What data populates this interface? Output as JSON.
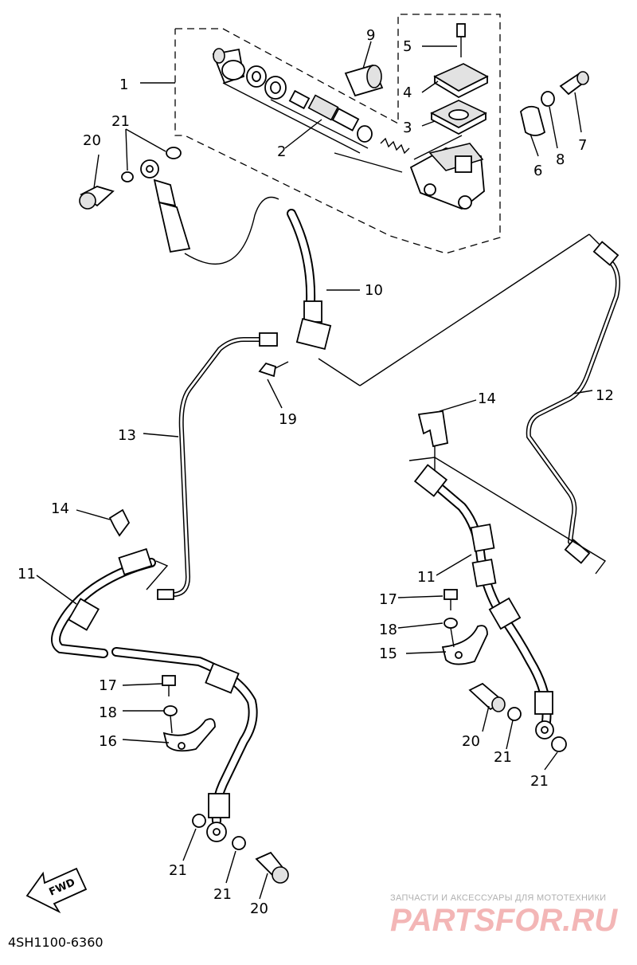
{
  "diagram": {
    "part_code": "4SH1100-6360",
    "fwd_label": "FWD",
    "watermark_small": "ЗАПЧАСТИ И АКСЕССУАРЫ ДЛЯ МОТОТЕХНИКИ",
    "watermark_brand": "PARTSFOR.RU",
    "callouts": {
      "c1": "1",
      "c2": "2",
      "c3": "3",
      "c4": "4",
      "c5": "5",
      "c6": "6",
      "c7": "7",
      "c8": "8",
      "c9": "9",
      "c10": "10",
      "c11a": "11",
      "c11b": "11",
      "c12": "12",
      "c13": "13",
      "c14a": "14",
      "c14b": "14",
      "c15": "15",
      "c16": "16",
      "c17a": "17",
      "c17b": "17",
      "c18a": "18",
      "c18b": "18",
      "c19": "19",
      "c20a": "20",
      "c20b": "20",
      "c20c": "20",
      "c21a": "21",
      "c21b": "21",
      "c21c": "21",
      "c21d": "21",
      "c21e": "21"
    }
  }
}
